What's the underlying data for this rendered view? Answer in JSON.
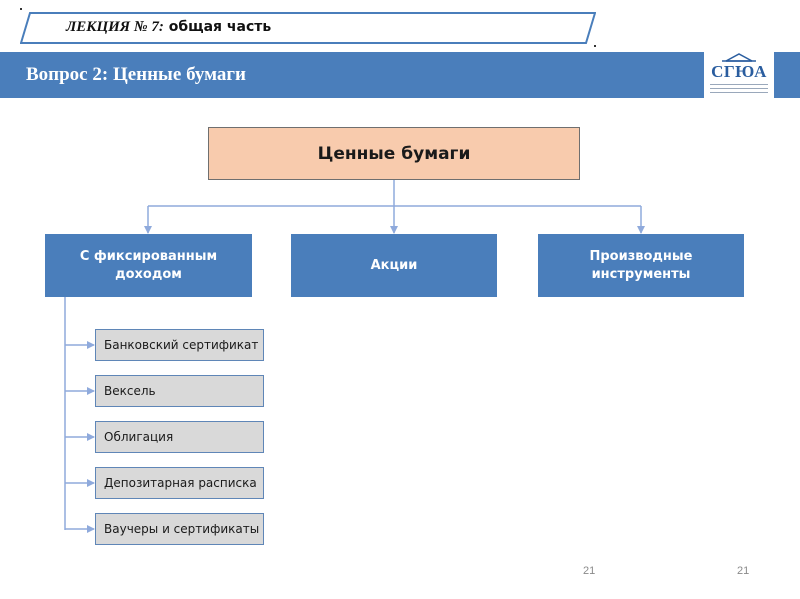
{
  "header": {
    "lecture_number": "ЛЕКЦИЯ № 7:",
    "lecture_topic": " общая часть",
    "question_title": "Вопрос 2: Ценные бумаги",
    "logo_text": "СГЮА"
  },
  "diagram": {
    "root": "Ценные бумаги",
    "categories": [
      {
        "line1": "С фиксированным",
        "line2": "доходом"
      },
      {
        "line1": "Акции",
        "line2": ""
      },
      {
        "line1": "Производные",
        "line2": "инструменты"
      }
    ],
    "fixed_income_items": [
      "Банковский сертификат",
      "Вексель",
      "Облигация",
      "Депозитарная расписка",
      "Ваучеры и сертификаты"
    ]
  },
  "footer": {
    "page_number_left": "21",
    "page_number_right": "21"
  },
  "colors": {
    "title_bar": "#4a7ebb",
    "root_fill": "#f8cbad",
    "category_fill": "#4a7ebb",
    "leaf_fill": "#d9d9d9",
    "leaf_border": "#5f86b7",
    "connector": "#8faadc"
  }
}
